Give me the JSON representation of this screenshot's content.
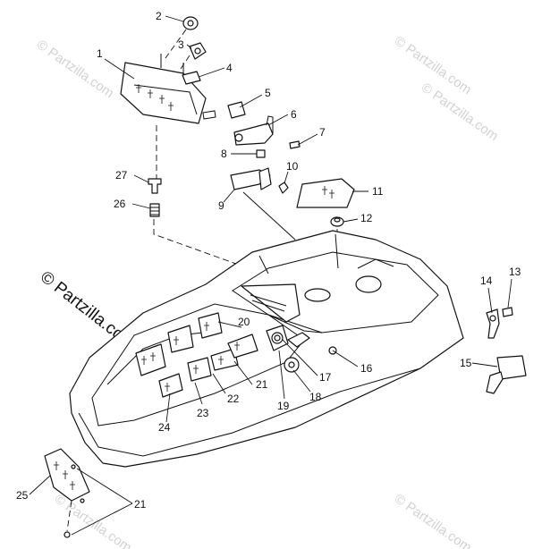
{
  "watermarks": {
    "main": "© Partzilla.com",
    "corner": "© Partzilla.com"
  },
  "callouts": [
    {
      "id": "1",
      "text": "1"
    },
    {
      "id": "2",
      "text": "2"
    },
    {
      "id": "3",
      "text": "3"
    },
    {
      "id": "4",
      "text": "4"
    },
    {
      "id": "5",
      "text": "5"
    },
    {
      "id": "6",
      "text": "6"
    },
    {
      "id": "7",
      "text": "7"
    },
    {
      "id": "8",
      "text": "8"
    },
    {
      "id": "9",
      "text": "9"
    },
    {
      "id": "10",
      "text": "10"
    },
    {
      "id": "11",
      "text": "11"
    },
    {
      "id": "12",
      "text": "12"
    },
    {
      "id": "13",
      "text": "13"
    },
    {
      "id": "14",
      "text": "14"
    },
    {
      "id": "15",
      "text": "15"
    },
    {
      "id": "16",
      "text": "16"
    },
    {
      "id": "17",
      "text": "17"
    },
    {
      "id": "18",
      "text": "18"
    },
    {
      "id": "19",
      "text": "19"
    },
    {
      "id": "20",
      "text": "20"
    },
    {
      "id": "21a",
      "text": "21"
    },
    {
      "id": "21b",
      "text": "21"
    },
    {
      "id": "22",
      "text": "22"
    },
    {
      "id": "23",
      "text": "23"
    },
    {
      "id": "24",
      "text": "24"
    },
    {
      "id": "25",
      "text": "25"
    },
    {
      "id": "26",
      "text": "26"
    },
    {
      "id": "27",
      "text": "27"
    }
  ]
}
